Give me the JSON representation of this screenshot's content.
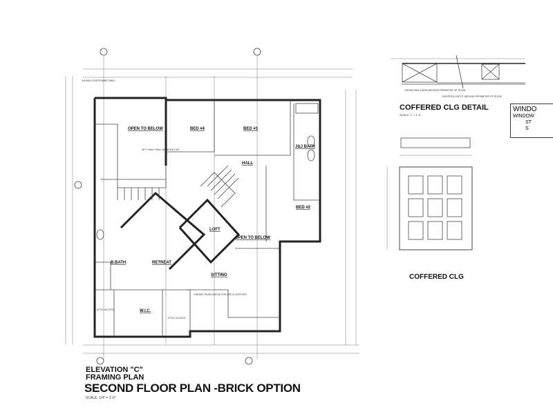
{
  "title": {
    "elevation": "ELEVATION \"C\"",
    "plan_type": "FRAMING PLAN",
    "main": "SECOND FLOOR PLAN -BRICK OPTION",
    "scale": "SCALE: 1/4\" = 1'-0\""
  },
  "rooms": {
    "open_below_1": "OPEN TO BELOW",
    "bed4": "BED #4",
    "bed3": "BED #3",
    "hall": "HALL",
    "jj_bath": "J&J BATH",
    "bed2": "BED #2",
    "retreat": "RETREAT",
    "bbath": "B.BATH",
    "loft": "LOFT",
    "open_below_2": "OPEN TO BELOW",
    "sitting": "SITTING",
    "wic": "W.I.C."
  },
  "notes": {
    "balloon_wall": "2x6 BALLOON FRAMED WALL",
    "half_wall": "36\" H HALF WALL W/ WOOD CAP",
    "attic_access_1": "ATTIC ACCESS",
    "attic_access_2": "ATTIC ACCESS",
    "girder": "GIRDER TRUSS ABOVE FOR BRICK SUPPORT"
  },
  "details": {
    "coffered_detail_title": "COFFERED CLG DETAIL",
    "coffered_detail_scale": "SCALE: 1\" = 1'-0\"",
    "coffered_title": "COFFERED CLG",
    "crown_moulding": "CROWN MOULDING AROUND PERIMETER OF ROOM",
    "dropped_soffit": "DROPPED SOFFIT AROUND PERIMETER OF ROOM",
    "window_title": "WINDO",
    "window_sub": "WINDOW",
    "window_st": "ST",
    "window_s": "S"
  }
}
